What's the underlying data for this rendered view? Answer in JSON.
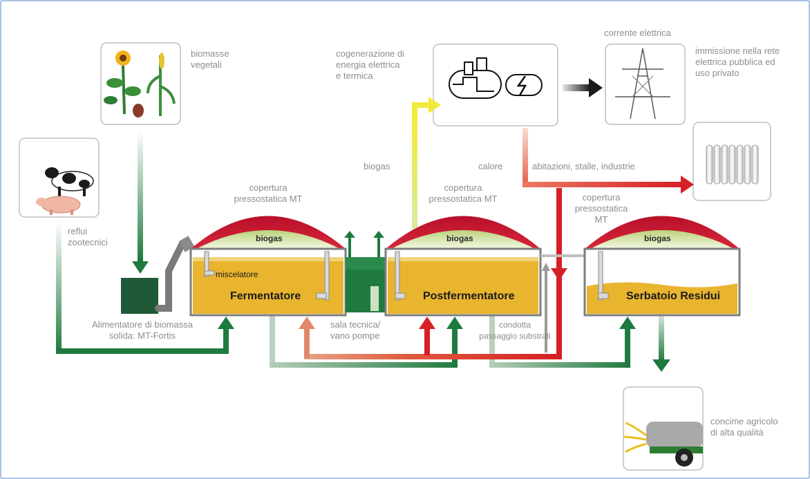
{
  "labels": {
    "biomasse_vegetali": "biomasse\nvegetali",
    "reflui": "reflui\nzootecnici",
    "alimentatore": "Alimentatore di biomassa\nsolida: MT-Fortis",
    "cogenerazione": "cogenerazione di\nenergia elettrica\ne termica",
    "corrente": "corrente elettrica",
    "immissione": "immissione nella rete\nelettrica pubblica ed\nuso privato",
    "biogas_flow": "biogas",
    "calore": "calore",
    "abitazioni": "abitazioni, stalle, industrie",
    "copertura_1": "copertura\npressostatica MT",
    "copertura_2": "copertura\npressostatica MT",
    "copertura_3": "copertura\npressostatica\nMT",
    "sala_tecnica": "sala tecnica/\nvano pompe",
    "condotta": "condotta\npassaggio substrati",
    "concime": "concime agricolo\ndi alta qualità"
  },
  "tanks": {
    "fermentatore": "Fermentatore",
    "postfermentatore": "Postfermentatore",
    "serbatoio": "Serbatoio Residui",
    "gas_label": "biogas",
    "miscelatore": "miscelatore"
  },
  "colors": {
    "dark_green": "#1f7a3f",
    "red": "#d61f26",
    "yellow": "#f2e93a",
    "slurry": "#e9b52f",
    "dome_red": "#c8102e",
    "gas_green": "#dbe9a0",
    "grey_arrow": "#9a9a9a"
  }
}
